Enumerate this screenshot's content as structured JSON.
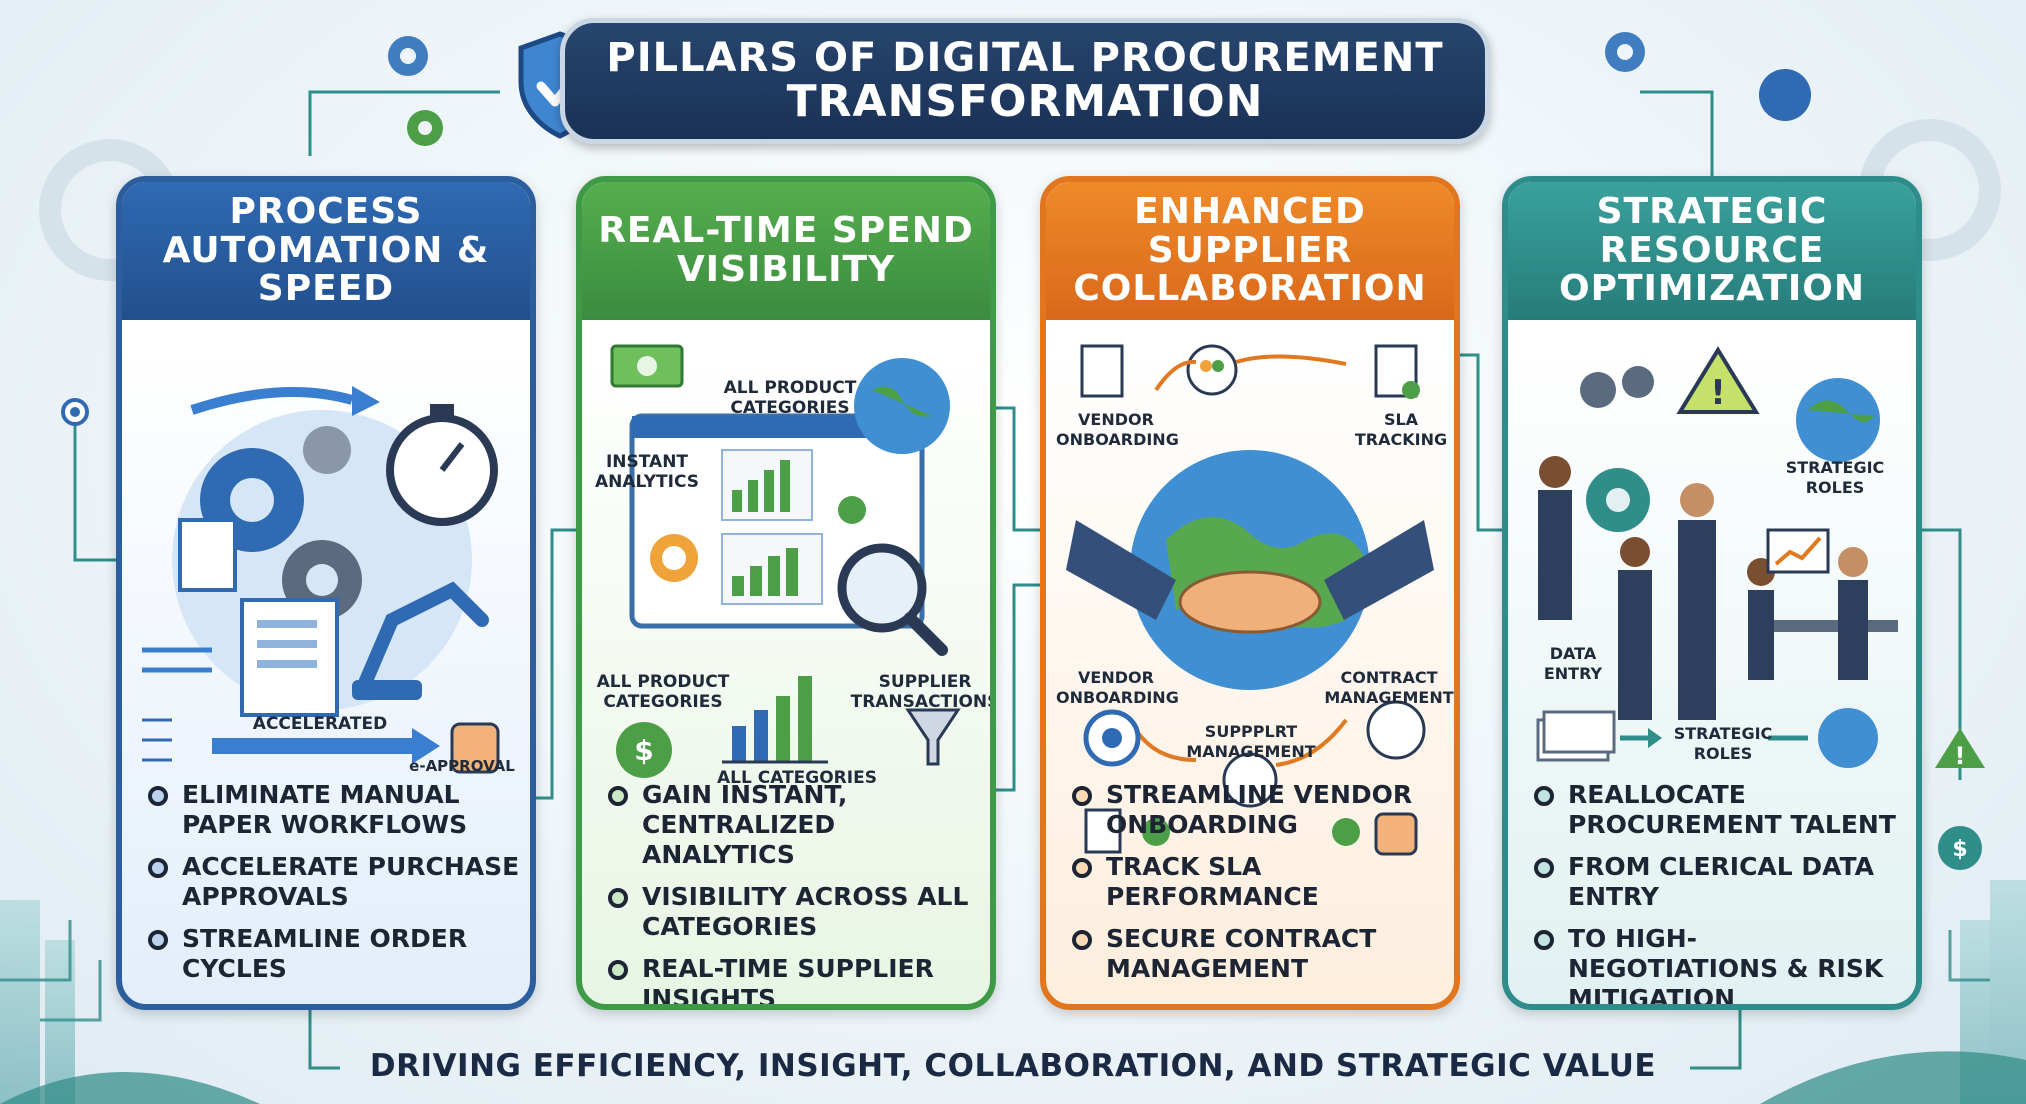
{
  "title": {
    "line1": "PILLARS OF DIGITAL PROCUREMENT",
    "line2": "TRANSFORMATION"
  },
  "colors": {
    "blue": "#2f6ab3",
    "green": "#4d9f47",
    "orange": "#e07a22",
    "teal": "#2f8d8a",
    "navy": "#1a3156"
  },
  "pillars": [
    {
      "title": "PROCESS AUTOMATION & SPEED",
      "labels": {
        "accelerated": "ACCELERATED",
        "eapproval": "e-APPROVAL"
      },
      "bullets": [
        "ELIMINATE MANUAL PAPER WORKFLOWS",
        "ACCELERATE PURCHASE APPROVALS",
        "STREAMLINE ORDER CYCLES"
      ]
    },
    {
      "title": "REAL-TIME SPEND VISIBILITY",
      "labels": {
        "all_product_top": "ALL PRODUCT CATEGORIES",
        "instant": "INSTANT ANALYTICS",
        "all_product_bottom": "ALL PRODUCT CATEGORIES",
        "supplier_tx": "SUPPLIER TRANSACTIONS",
        "all_categories": "ALL CATEGORIES"
      },
      "bullets": [
        "GAIN INSTANT, CENTRALIZED ANALYTICS",
        "VISIBILITY ACROSS ALL CATEGORIES",
        "REAL-TIME SUPPLIER INSIGHTS"
      ]
    },
    {
      "title": "ENHANCED SUPPLIER COLLABORATION",
      "labels": {
        "vendor_top": "VENDOR ONBOARDING",
        "sla": "SLA TRACKING",
        "vendor_bottom": "VENDOR ONBOARDING",
        "contract": "CONTRACT MANAGEMENT",
        "supplier_mgmt": "SUPPPLRT MANAGEMENT"
      },
      "bullets": [
        "STREAMLINE VENDOR ONBOARDING",
        "TRACK SLA PERFORMANCE",
        "SECURE CONTRACT MANAGEMENT"
      ]
    },
    {
      "title": "STRATEGIC RESOURCE OPTIMIZATION",
      "labels": {
        "strategic_top": "STRATEGIC ROLES",
        "data_entry": "DATA ENTRY",
        "strategic_bottom": "STRATEGIC ROLES"
      },
      "bullets": [
        "REALLOCATE PROCUREMENT TALENT",
        "FROM CLERICAL DATA ENTRY",
        "TO HIGH-NEGOTIATIONS & RISK MITIGATION"
      ]
    }
  ],
  "footer": "DRIVING EFFICIENCY, INSIGHT, COLLABORATION, AND STRATEGIC VALUE"
}
